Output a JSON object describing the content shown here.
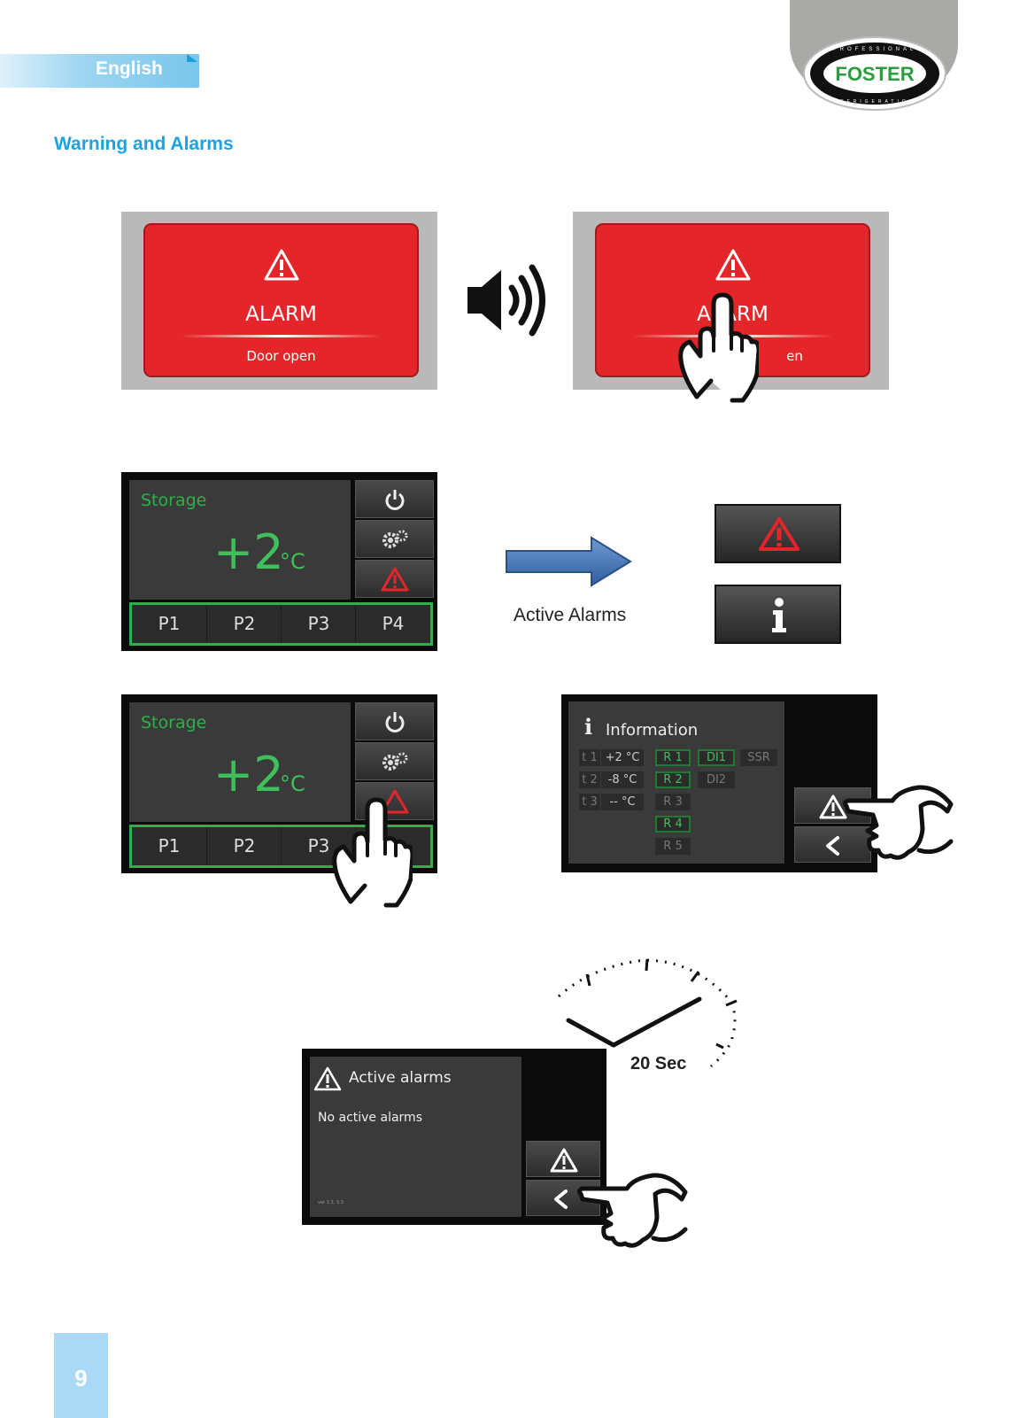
{
  "header": {
    "language": "English",
    "logo": {
      "brand": "FOSTER",
      "ring_top": "PROFESSIONAL",
      "ring_bottom": "REFRIGERATION"
    }
  },
  "section_title": "Warning and Alarms",
  "alarm_popup": {
    "title": "ALARM",
    "message": "Door open",
    "message_partial": "en"
  },
  "controller": {
    "mode": "Storage",
    "temperature": "+2",
    "unit": "°C",
    "programs": [
      "P1",
      "P2",
      "P3",
      "P4"
    ]
  },
  "active_alarms_caption": "Active Alarms",
  "information_screen": {
    "title": "Information",
    "temps": [
      {
        "probe": "t 1",
        "value": "+2 °C"
      },
      {
        "probe": "t 2",
        "value": "-8 °C"
      },
      {
        "probe": "t 3",
        "value": "-- °C"
      }
    ],
    "relays": [
      "R 1",
      "R 2",
      "R 3",
      "R 4",
      "R 5"
    ],
    "inputs": [
      "DI1",
      "DI2"
    ],
    "ssr": "SSR"
  },
  "timeout_label": "20 Sec",
  "active_alarms_screen": {
    "title": "Active alarms",
    "message": "No active alarms",
    "version": "ver 3.3, 3.3"
  },
  "icons": [
    "warning-icon",
    "speaker-icon",
    "pointing-hand-icon",
    "power-icon",
    "gears-icon",
    "info-icon",
    "back-chevron-icon",
    "arrow-right-icon",
    "clock-icon"
  ],
  "colors": {
    "accent_blue": "#1aa3e3",
    "alarm_red": "#e4262a",
    "display_green": "#3fc05a"
  },
  "page_number": "9"
}
